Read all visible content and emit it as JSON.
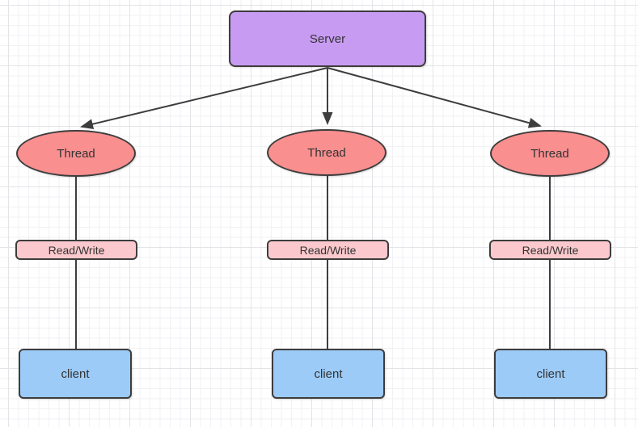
{
  "diagram": {
    "server": {
      "label": "Server"
    },
    "columns": [
      {
        "thread_label": "Thread",
        "readwrite_label": "Read/Write",
        "client_label": "client"
      },
      {
        "thread_label": "Thread",
        "readwrite_label": "Read/Write",
        "client_label": "client"
      },
      {
        "thread_label": "Thread",
        "readwrite_label": "Read/Write",
        "client_label": "client"
      }
    ],
    "colors": {
      "server_fill": "#c89bf2",
      "thread_fill": "#f98f8f",
      "readwrite_fill": "#fbc9cd",
      "client_fill": "#9ccbf7",
      "stroke": "#3d3d3d",
      "text": "#333333",
      "canvas_bg": "#ffffff",
      "grid_minor": "#f2f2f5",
      "grid_major": "#e4e4e8"
    }
  }
}
